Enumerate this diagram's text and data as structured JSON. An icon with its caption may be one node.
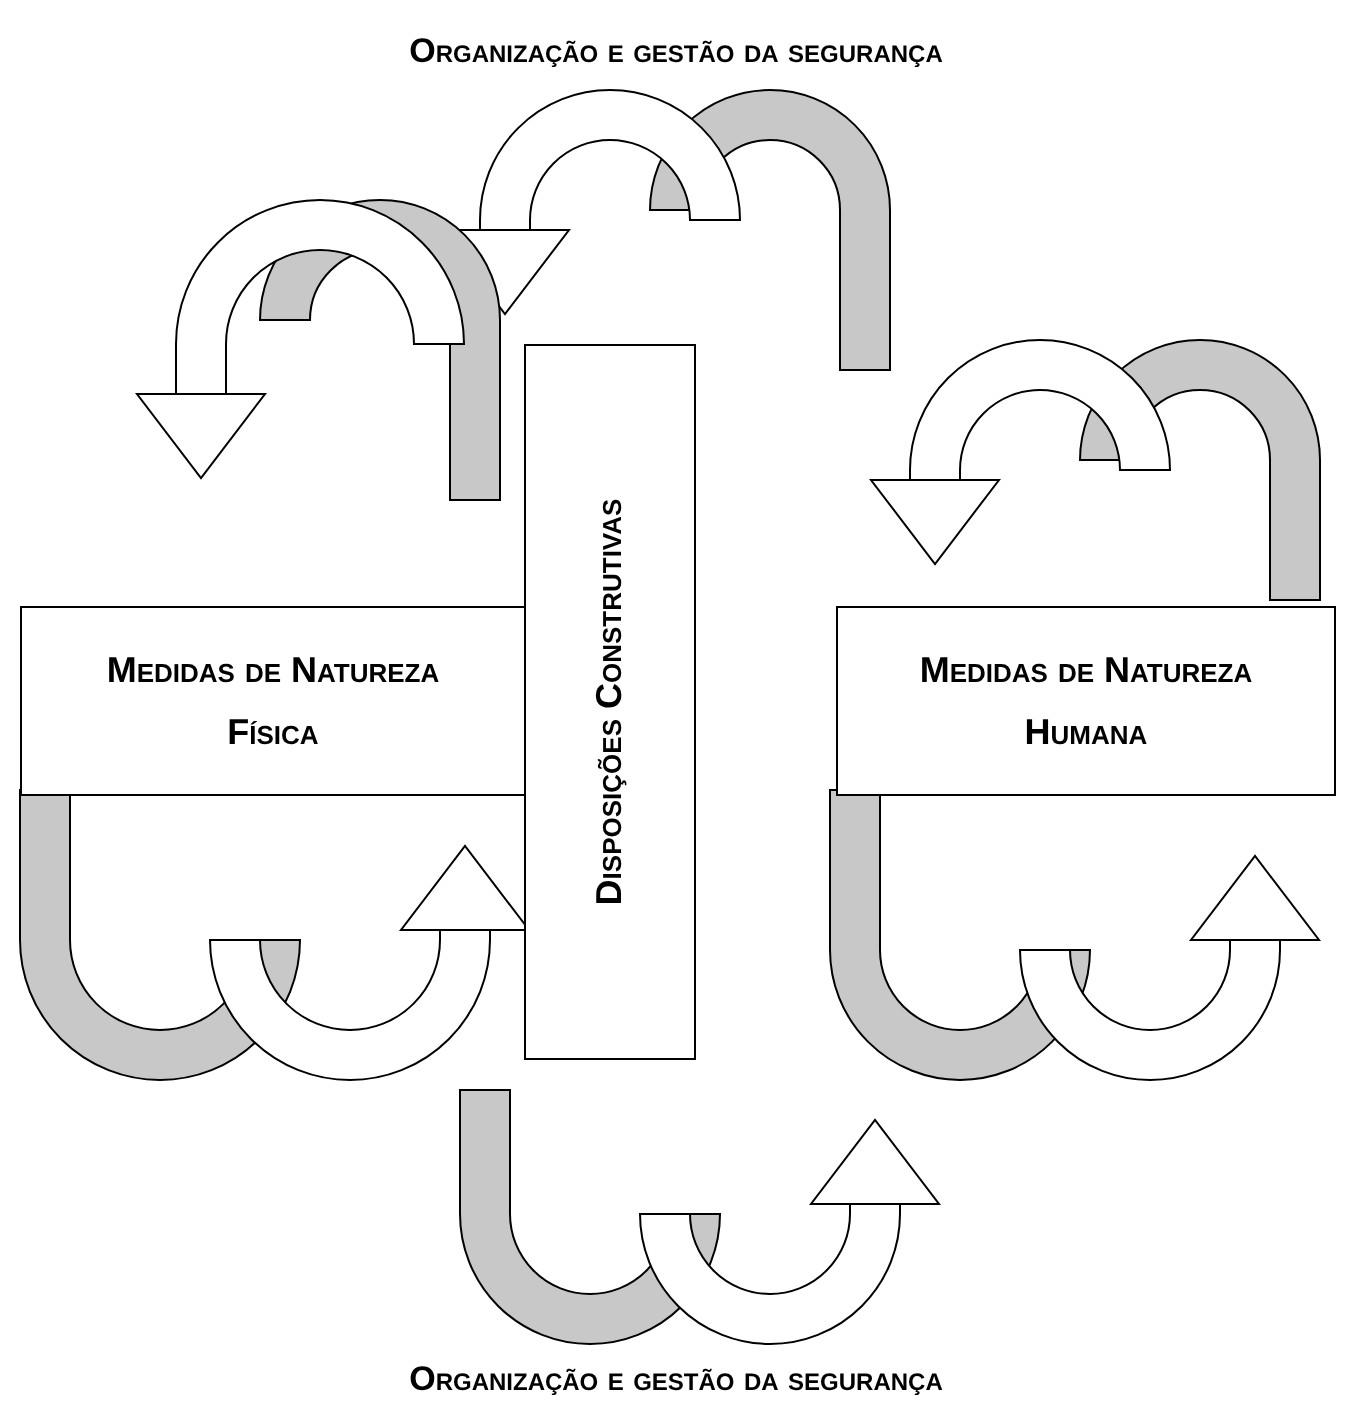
{
  "diagram": {
    "nodes": [
      {
        "text": [
          "Medidas de Natureza Física"
        ]
      },
      {
        "text": [
          "Disposições Construtivas"
        ]
      },
      {
        "text": [
          "Medidas de Natureza Humana"
        ]
      }
    ],
    "labels": [
      "Organização e gestão da segurança",
      "Organização e gestão da segurança"
    ]
  }
}
